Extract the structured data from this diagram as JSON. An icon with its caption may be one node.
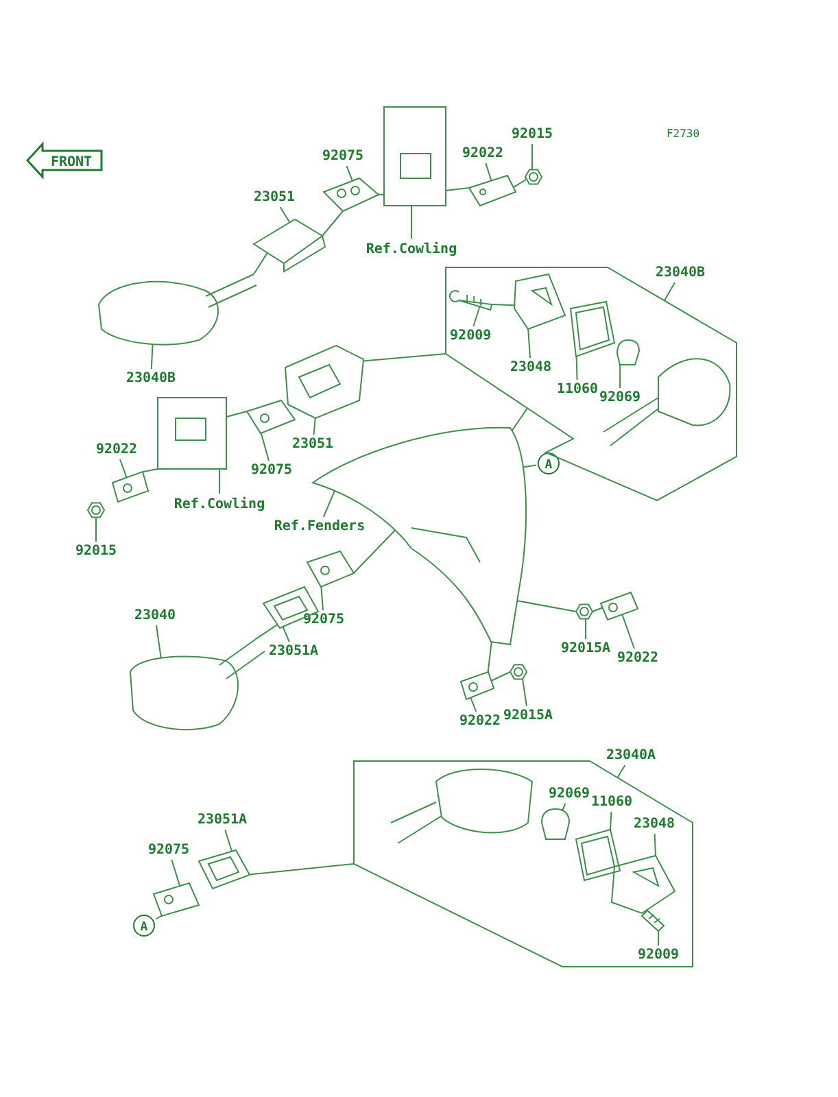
{
  "diagram": {
    "nodes": [
      {
        "text": [
          "FRONT"
        ]
      },
      {
        "text": [
          "92075"
        ]
      },
      {
        "text": [
          "92015"
        ]
      },
      {
        "text": [
          "92022"
        ]
      },
      {
        "text": [
          "23051"
        ]
      },
      {
        "text": [
          "Ref.Cowling"
        ]
      },
      {
        "text": [
          "23040B"
        ]
      },
      {
        "text": [
          "92009"
        ],
        "in": 39
      },
      {
        "text": [
          "23048"
        ],
        "in": 39
      },
      {
        "text": [
          "11060"
        ],
        "in": 39
      },
      {
        "text": [
          "92069"
        ],
        "in": 39
      },
      {
        "text": [
          "23040B"
        ]
      },
      {
        "text": [
          "23051"
        ]
      },
      {
        "text": [
          "92022"
        ]
      },
      {
        "text": [
          "92075"
        ]
      },
      {
        "text": [
          "Ref.Cowling"
        ]
      },
      {
        "text": [
          "A"
        ]
      },
      {
        "text": [
          "Ref.Fenders"
        ]
      },
      {
        "text": [
          "92015"
        ]
      },
      {
        "text": [
          "23040"
        ]
      },
      {
        "text": [
          "92075"
        ]
      },
      {
        "text": [
          "23051A"
        ]
      },
      {
        "text": [
          "92015A"
        ]
      },
      {
        "text": [
          "92022"
        ]
      },
      {
        "text": [
          "92015A"
        ]
      },
      {
        "text": [
          "92022"
        ]
      },
      {
        "text": [
          "23040A"
        ]
      },
      {
        "text": [
          "23051A"
        ]
      },
      {
        "text": [
          "92069"
        ],
        "in": 58
      },
      {
        "text": [
          "11060"
        ],
        "in": 58
      },
      {
        "text": [
          "23048"
        ],
        "in": 58
      },
      {
        "text": [
          "92075"
        ]
      },
      {
        "text": [
          "A"
        ]
      },
      {
        "text": [
          "92009"
        ],
        "in": 58
      },
      {
        "text": [],
        "shape": "picture"
      },
      {
        "text": [],
        "shape": "picture"
      },
      {
        "text": [],
        "shape": "picture"
      },
      {
        "text": [],
        "shape": "picture"
      },
      {
        "text": [],
        "shape": "picture"
      },
      {
        "text": [],
        "shape": "picture"
      },
      {
        "text": [],
        "shape": "picture",
        "in": 39
      },
      {
        "text": [],
        "shape": "picture",
        "in": 39
      },
      {
        "text": [],
        "shape": "picture",
        "in": 39
      },
      {
        "text": [],
        "shape": "picture",
        "in": 39
      },
      {
        "text": [],
        "shape": "picture"
      },
      {
        "text": [],
        "shape": "picture"
      },
      {
        "text": [],
        "shape": "picture"
      },
      {
        "text": [],
        "shape": "picture"
      },
      {
        "text": [],
        "shape": "picture"
      },
      {
        "text": [],
        "shape": "picture"
      },
      {
        "text": [],
        "shape": "picture"
      },
      {
        "text": [],
        "shape": "picture"
      },
      {
        "text": [],
        "shape": "picture"
      },
      {
        "text": [],
        "shape": "picture"
      },
      {
        "text": [],
        "shape": "picture"
      },
      {
        "text": [],
        "shape": "picture"
      },
      {
        "text": [],
        "shape": "picture"
      },
      {
        "text": [],
        "shape": "picture"
      },
      {
        "text": [],
        "shape": "picture"
      },
      {
        "text": [],
        "shape": "picture"
      },
      {
        "text": [],
        "shape": "picture",
        "in": 58
      },
      {
        "text": [],
        "shape": "picture",
        "in": 58
      },
      {
        "text": [],
        "shape": "picture",
        "in": 58
      },
      {
        "text": [],
        "shape": "picture"
      },
      {
        "text": [],
        "shape": "picture",
        "in": 58
      }
    ],
    "edges": [
      {
        "from": 1,
        "to": 34,
        "arrow": "none"
      },
      {
        "from": 2,
        "to": 35,
        "arrow": "none"
      },
      {
        "from": 3,
        "to": 36,
        "arrow": "none"
      },
      {
        "from": 4,
        "to": 37,
        "arrow": "none"
      },
      {
        "from": 5,
        "to": 38,
        "arrow": "none"
      },
      {
        "from": 6,
        "to": 39,
        "arrow": "none"
      },
      {
        "from": 7,
        "to": 40,
        "arrow": "none"
      },
      {
        "from": 8,
        "to": 41,
        "arrow": "none"
      },
      {
        "from": 9,
        "to": 42,
        "arrow": "none"
      },
      {
        "from": 10,
        "to": 43,
        "arrow": "none"
      },
      {
        "from": 11,
        "to": 44,
        "arrow": "none"
      },
      {
        "from": 12,
        "to": 45,
        "arrow": "none"
      },
      {
        "from": 13,
        "to": 46,
        "arrow": "none"
      },
      {
        "from": 14,
        "to": 47,
        "arrow": "none"
      },
      {
        "from": 15,
        "to": 48,
        "arrow": "none"
      },
      {
        "from": 16,
        "to": 49,
        "arrow": "none"
      },
      {
        "from": 17,
        "to": 49,
        "arrow": "none"
      },
      {
        "from": 18,
        "to": 50,
        "arrow": "none"
      },
      {
        "from": 19,
        "to": 51,
        "arrow": "none"
      },
      {
        "from": 20,
        "to": 52,
        "arrow": "none"
      },
      {
        "from": 21,
        "to": 53,
        "arrow": "none"
      },
      {
        "from": 22,
        "to": 54,
        "arrow": "none"
      },
      {
        "from": 23,
        "to": 55,
        "arrow": "none"
      },
      {
        "from": 24,
        "to": 56,
        "arrow": "none"
      },
      {
        "from": 25,
        "to": 57,
        "arrow": "none"
      },
      {
        "from": 26,
        "to": 58,
        "arrow": "none"
      },
      {
        "from": 27,
        "to": 59,
        "arrow": "none"
      },
      {
        "from": 28,
        "to": 60,
        "arrow": "none"
      },
      {
        "from": 29,
        "to": 61,
        "arrow": "none"
      },
      {
        "from": 30,
        "to": 62,
        "arrow": "none"
      },
      {
        "from": 31,
        "to": 63,
        "arrow": "none"
      },
      {
        "from": 32,
        "to": 63,
        "arrow": "none"
      },
      {
        "from": 33,
        "to": 64,
        "arrow": "none"
      },
      {
        "from": 37,
        "to": 34,
        "arrow": "none"
      },
      {
        "from": 34,
        "to": 38,
        "arrow": "none"
      },
      {
        "from": 38,
        "to": 36,
        "arrow": "none"
      },
      {
        "from": 36,
        "to": 35,
        "arrow": "none"
      },
      {
        "from": 46,
        "to": 48,
        "arrow": "none"
      },
      {
        "from": 48,
        "to": 47,
        "arrow": "none"
      },
      {
        "from": 45,
        "to": 39,
        "arrow": "none"
      },
      {
        "from": 49,
        "to": 39,
        "arrow": "none"
      },
      {
        "from": 52,
        "to": 49,
        "arrow": "none"
      },
      {
        "from": 57,
        "to": 56,
        "arrow": "none"
      },
      {
        "from": 49,
        "to": 57,
        "arrow": "none"
      },
      {
        "from": 49,
        "to": 54,
        "arrow": "none"
      },
      {
        "from": 54,
        "to": 55,
        "arrow": "none"
      },
      {
        "from": 59,
        "to": 58,
        "arrow": "none"
      },
      {
        "from": 40,
        "to": 41,
        "arrow": "none"
      },
      {
        "from": 44,
        "to": 37,
        "arrow": "none"
      },
      {
        "from": 51,
        "to": 53,
        "arrow": "none"
      }
    ],
    "labels": [
      "F2730"
    ]
  }
}
